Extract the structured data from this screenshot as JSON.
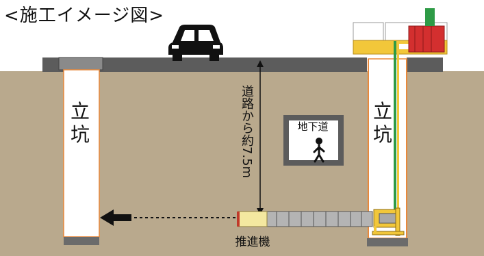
{
  "title": "<施工イメージ図>",
  "shaft_left": {
    "label": "立坑"
  },
  "shaft_right": {
    "label": "立坑"
  },
  "depth_annotation": "道路から約7.5m",
  "underpass": {
    "label": "地下道"
  },
  "machine": {
    "label": "推進機"
  },
  "colors": {
    "ground": "#b9a98d",
    "road": "#5c5c5c",
    "shaft_fill": "#ffffff",
    "shaft_edge": "#e8893c",
    "pipe": "#b4b4b4",
    "machine_head": "#f4e8a0",
    "machine_tip": "#c0392b",
    "crane_yellow": "#f2c73a",
    "equipment_red": "#d32f2f",
    "equipment_green": "#2e9b46"
  },
  "icons": [
    "car-icon",
    "person-icon",
    "direction-arrow-icon"
  ]
}
